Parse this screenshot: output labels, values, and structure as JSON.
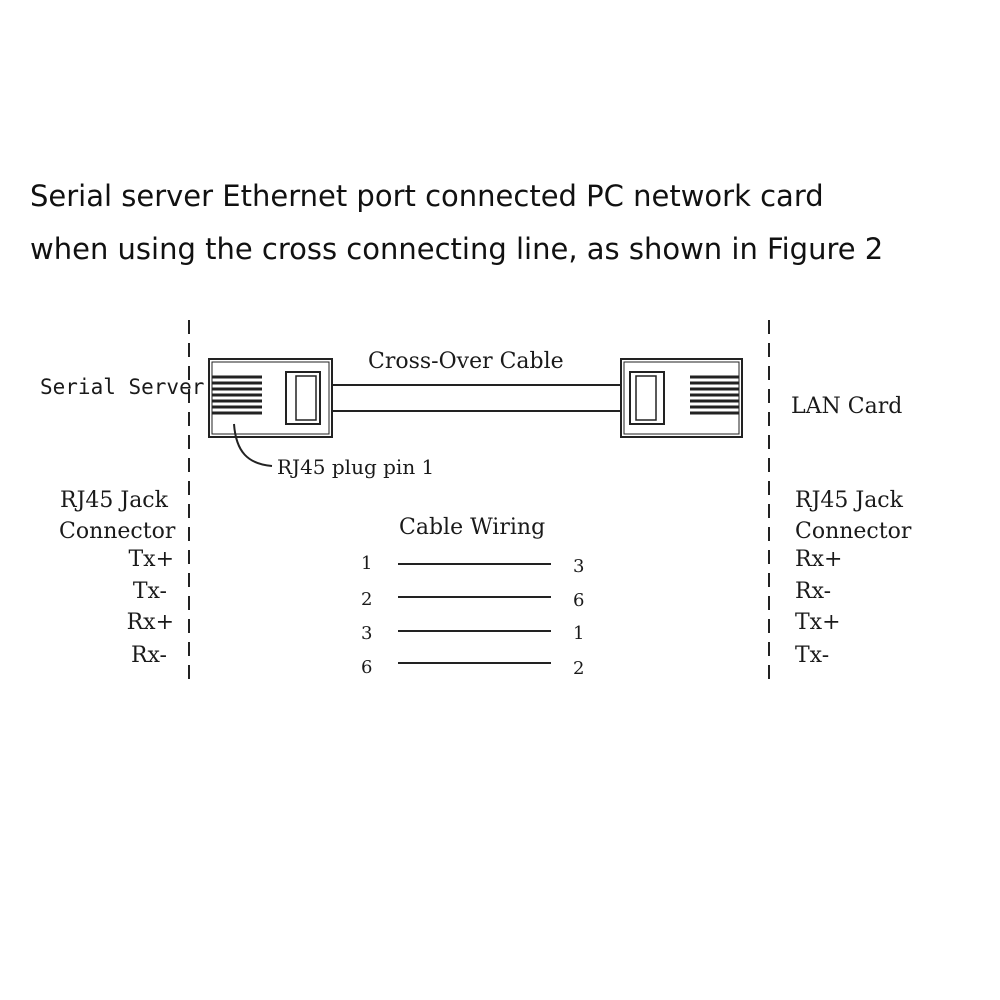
{
  "caption": {
    "line1": "Serial server Ethernet port connected PC network card",
    "line2": "when using the cross connecting line, as shown in Figure 2"
  },
  "diagram": {
    "left_device": "Serial Server",
    "right_device": "LAN Card",
    "cable_label": "Cross-Over Cable",
    "plug_label": "RJ45 plug pin 1",
    "wiring_title": "Cable Wiring",
    "left_connector": {
      "line1": "RJ45 Jack",
      "line2": "Connector"
    },
    "right_connector": {
      "line1": "RJ45 Jack",
      "line2": "Connector"
    },
    "left_signals": [
      "Tx+",
      "Tx-",
      "Rx+",
      "Rx-"
    ],
    "right_signals": [
      "Rx+",
      "Rx-",
      "Tx+",
      "Tx-"
    ],
    "wiring": [
      {
        "from": "1",
        "to": "3"
      },
      {
        "from": "2",
        "to": "6"
      },
      {
        "from": "3",
        "to": "1"
      },
      {
        "from": "6",
        "to": "2"
      }
    ]
  }
}
